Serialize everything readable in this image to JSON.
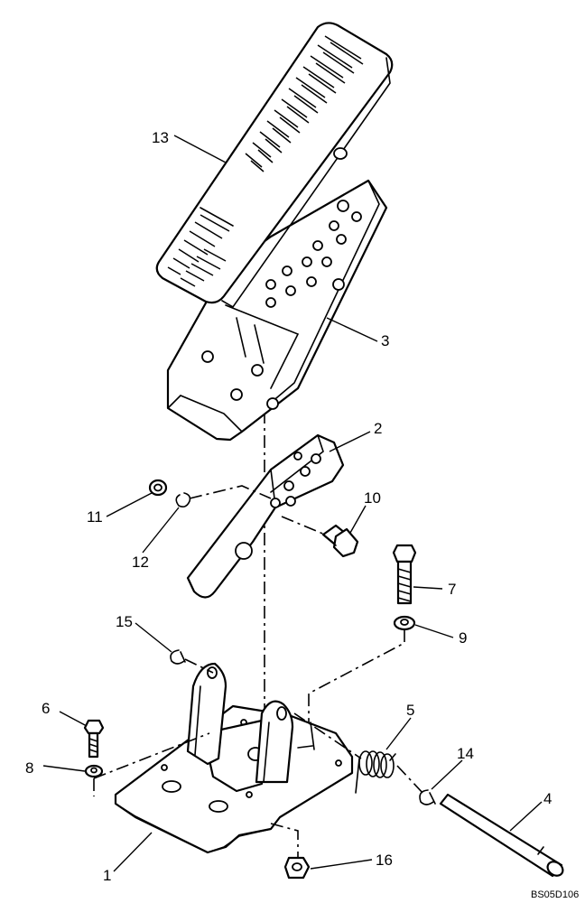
{
  "callouts": {
    "c1": "1",
    "c2": "2",
    "c3": "3",
    "c4": "4",
    "c5": "5",
    "c6": "6",
    "c7": "7",
    "c8": "8",
    "c9": "9",
    "c10": "10",
    "c11": "11",
    "c12": "12",
    "c13": "13",
    "c14": "14",
    "c15": "15",
    "c16": "16"
  },
  "reference_code": "BS05D106"
}
